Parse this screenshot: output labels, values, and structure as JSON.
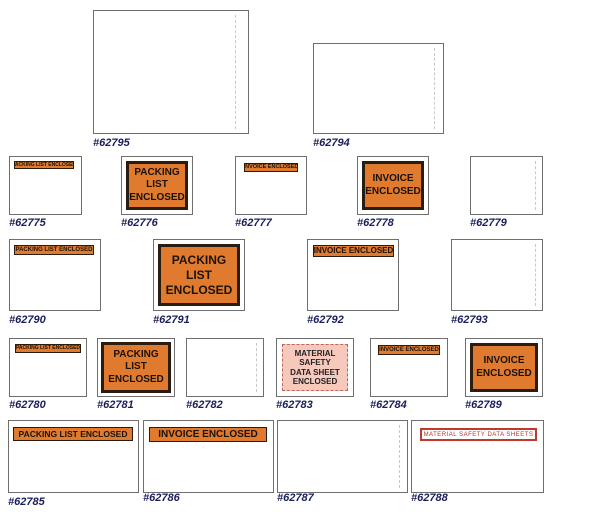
{
  "items": [
    {
      "sku": "#62795",
      "style": "plain"
    },
    {
      "sku": "#62794",
      "style": "plain"
    },
    {
      "sku": "#62775",
      "style": "strip",
      "text": "PACKING LIST ENCLOSED"
    },
    {
      "sku": "#62776",
      "style": "full",
      "lines": [
        "PACKING LIST",
        "ENCLOSED"
      ]
    },
    {
      "sku": "#62777",
      "style": "strip",
      "text": "INVOICE ENCLOSED"
    },
    {
      "sku": "#62778",
      "style": "full",
      "lines": [
        "INVOICE",
        "ENCLOSED"
      ]
    },
    {
      "sku": "#62779",
      "style": "plain"
    },
    {
      "sku": "#62790",
      "style": "strip",
      "text": "PACKING LIST ENCLOSED"
    },
    {
      "sku": "#62791",
      "style": "full",
      "lines": [
        "PACKING LIST",
        "ENCLOSED"
      ]
    },
    {
      "sku": "#62792",
      "style": "strip",
      "text": "INVOICE ENCLOSED"
    },
    {
      "sku": "#62793",
      "style": "plain"
    },
    {
      "sku": "#62780",
      "style": "strip",
      "text": "PACKING LIST ENCLOSED"
    },
    {
      "sku": "#62781",
      "style": "full",
      "lines": [
        "PACKING LIST",
        "ENCLOSED"
      ]
    },
    {
      "sku": "#62782",
      "style": "plain"
    },
    {
      "sku": "#62783",
      "style": "sds",
      "lines": [
        "MATERIAL",
        "SAFETY",
        "DATA SHEET",
        "ENCLOSED"
      ]
    },
    {
      "sku": "#62784",
      "style": "strip",
      "text": "INVOICE ENCLOSED"
    },
    {
      "sku": "#62789",
      "style": "full",
      "lines": [
        "INVOICE",
        "ENCLOSED"
      ]
    },
    {
      "sku": "#62785",
      "style": "strip",
      "text": "PACKING LIST ENCLOSED"
    },
    {
      "sku": "#62786",
      "style": "strip",
      "text": "INVOICE ENCLOSED"
    },
    {
      "sku": "#62787",
      "style": "plain"
    },
    {
      "sku": "#62788",
      "style": "redbox",
      "text": "MATERIAL SAFETY DATA SHEETS"
    }
  ],
  "colors": {
    "orange": "#e07a2e",
    "label": "#1a1f5c",
    "sds_pink": "#f7c9bd",
    "red": "#c0392b"
  }
}
